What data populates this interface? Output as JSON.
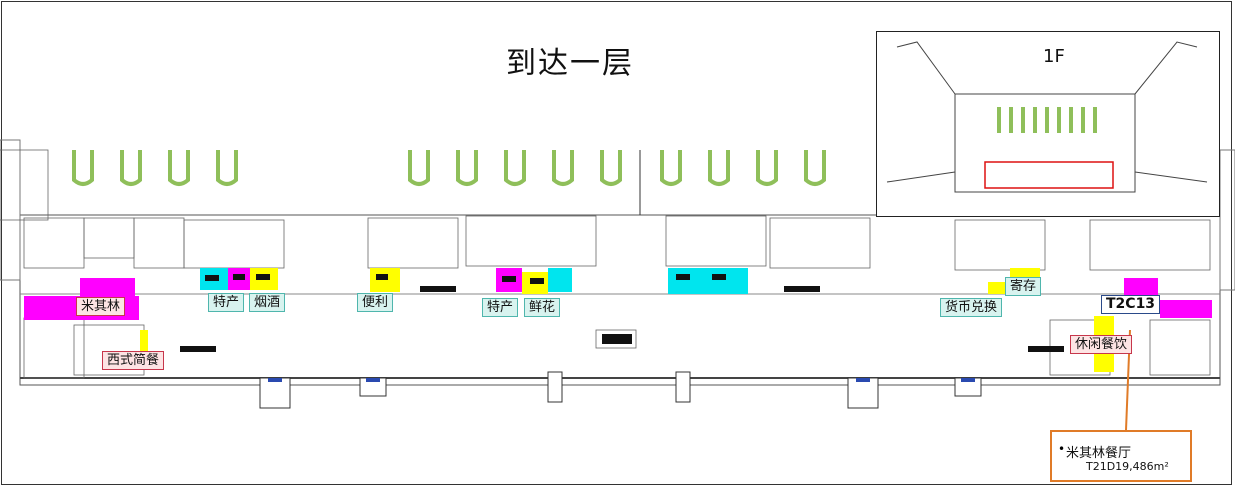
{
  "title": "到达一层",
  "inset": {
    "title": "1F"
  },
  "labels": {
    "michelin": "米其林",
    "western": "西式简餐",
    "specialty1": "特产",
    "tobacco": "烟酒",
    "convenience": "便利",
    "specialty2": "特产",
    "flowers": "鲜花",
    "currency": "货币兑换",
    "storage": "寄存",
    "t2c13": "T2C13",
    "casual": "休闲餐饮"
  },
  "callout": {
    "bullet": "•",
    "line1": "米其林餐厅",
    "line2": "T21D19,486m²"
  },
  "colors": {
    "magenta": "#ff00ff",
    "cyan": "#00e5ee",
    "yellow": "#ffff00",
    "orange": "#e07b28",
    "green_stand": "#8fbf5a"
  }
}
